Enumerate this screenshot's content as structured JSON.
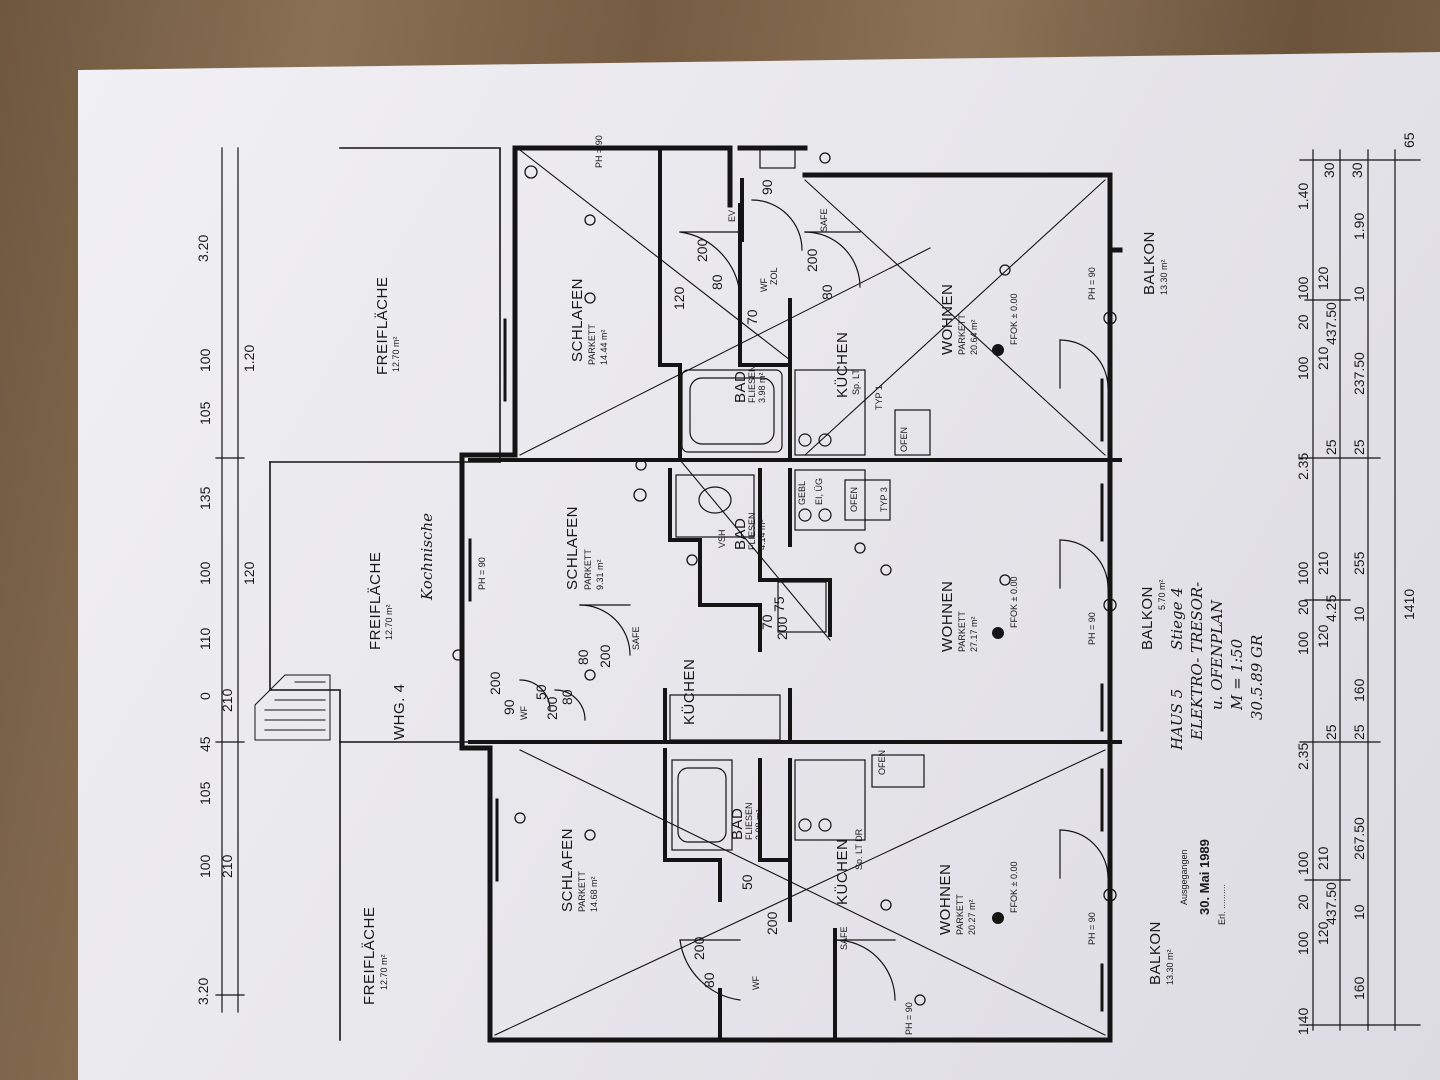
{
  "plan": {
    "unit_name": "WHG. 4",
    "rooms": [
      {
        "id": "freiflache1",
        "name": "FREIFLÄCHE",
        "area": "12.70 m²"
      },
      {
        "id": "freiflache2",
        "name": "FREIFLÄCHE",
        "area": "12.70 m²"
      },
      {
        "id": "freiflache3",
        "name": "FREIFLÄCHE",
        "area": "12.70 m²"
      },
      {
        "id": "schlafen1",
        "name": "SCHLAFEN",
        "floor": "PARKETT",
        "area": "14.44 m²"
      },
      {
        "id": "schlafen2",
        "name": "SCHLAFEN",
        "floor": "PARKETT",
        "area": "9.31 m²"
      },
      {
        "id": "schlafen3",
        "name": "SCHLAFEN",
        "floor": "PARKETT",
        "area": "14.68 m²"
      },
      {
        "id": "wohnen1",
        "name": "WOHNEN",
        "floor": "PARKETT",
        "area": "20.64 m²"
      },
      {
        "id": "wohnen2",
        "name": "WOHNEN",
        "floor": "PARKETT",
        "area": "27.17 m²"
      },
      {
        "id": "wohnen3",
        "name": "WOHNEN",
        "floor": "PARKETT",
        "area": "20.27 m²"
      },
      {
        "id": "bad1",
        "name": "BAD",
        "floor": "FLIESEN",
        "area": "3.98 m²"
      },
      {
        "id": "bad2",
        "name": "BAD",
        "floor": "FLIESEN",
        "area": "4.14 m²"
      },
      {
        "id": "bad3",
        "name": "BAD",
        "floor": "FLIESEN",
        "area": "3.98 m²"
      },
      {
        "id": "kuche1",
        "name": "KÜCHEN",
        "note": "Sp. LT"
      },
      {
        "id": "kuche2",
        "name": "KÜCHEN"
      },
      {
        "id": "kuche3",
        "name": "KÜCHEN",
        "note": "Sp. LT DR"
      },
      {
        "id": "balkon1",
        "name": "BALKON",
        "area": "13.30 m²"
      },
      {
        "id": "balkon2",
        "name": "BALKON",
        "area": "5.70 m²"
      },
      {
        "id": "balkon3",
        "name": "BALKON",
        "area": "13.30 m²"
      }
    ],
    "ffok": [
      "FFOK ± 0.00",
      "FFOK ± 0.00",
      "FFOK ± 0.00"
    ],
    "ph_labels": [
      "PH = 90",
      "PH = 90",
      "PH = 90",
      "PH = 90",
      "PH = 90",
      "PH = 90"
    ],
    "small_labels": [
      "SAFE",
      "SAFE",
      "SAFE",
      "WF",
      "WF",
      "WF",
      "OFEN",
      "OFEN",
      "OFEN",
      "TYP 1",
      "TYP 3",
      "VSH",
      "EV",
      "ZOL",
      "EI, ÜG",
      "GEBL"
    ],
    "door_dims": [
      "200",
      "80",
      "90",
      "200",
      "80",
      "70",
      "120",
      "200",
      "80",
      "50",
      "200",
      "90",
      "200",
      "70",
      "75",
      "200",
      "80",
      "200",
      "80",
      "50",
      "200"
    ],
    "dims_left": [
      "3.20",
      "1.20",
      "100",
      "105",
      "135",
      "120",
      "100",
      "110",
      "0",
      "210",
      "45",
      "105",
      "210",
      "100",
      "3.20"
    ],
    "dims_right": [
      "65",
      "1.40",
      "30",
      "30",
      "1.90",
      "120",
      "100",
      "10",
      "20",
      "437.50",
      "100",
      "210",
      "237.50",
      "2.35",
      "25",
      "25",
      "255",
      "210",
      "100",
      "20",
      "4.25",
      "10",
      "120",
      "100",
      "160",
      "25",
      "2.35",
      "25",
      "267.50",
      "210",
      "100",
      "20",
      "437.50",
      "10",
      "120",
      "100",
      "160",
      "1.40",
      "1410"
    ]
  },
  "annotations": {
    "handwritten_title": [
      "HAUS 5",
      "Stiege 4",
      "ELEKTRO- TRESOR-",
      "u. OFENPLAN",
      "M = 1:50",
      "30.5.89 GR"
    ],
    "handwritten_note": "Kochnische",
    "stamp": {
      "label": "Ausgegangen",
      "date": "30. Mai 1989",
      "signed": "Erl. .........."
    }
  }
}
